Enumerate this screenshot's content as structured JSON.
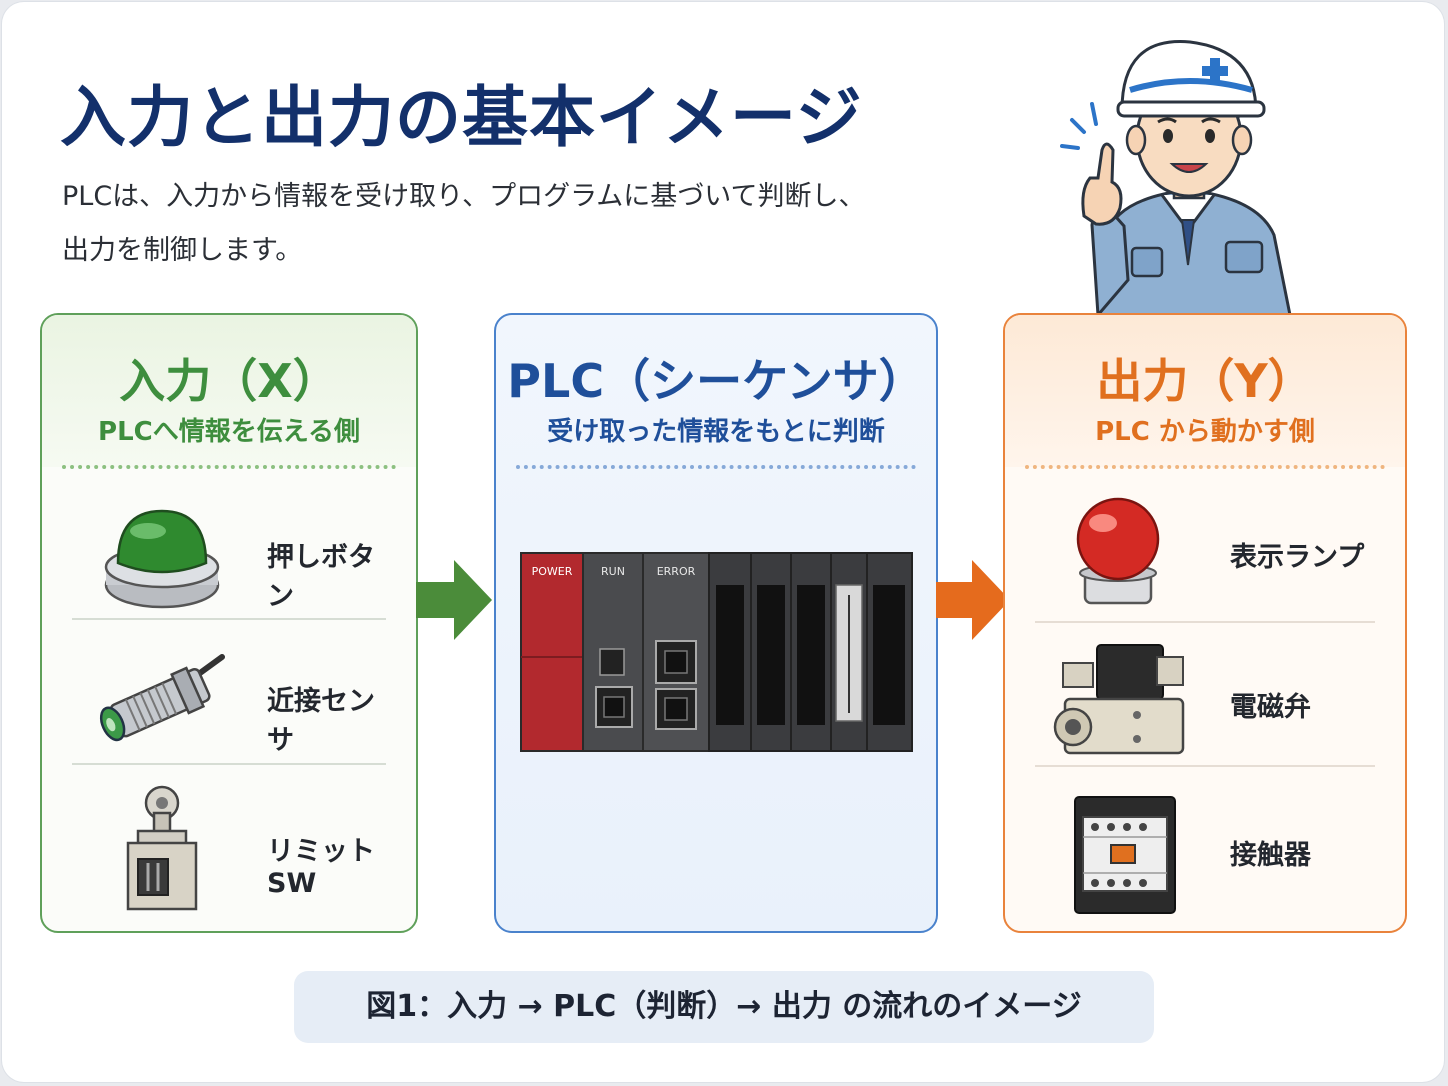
{
  "title": "入力と出力の基本イメージ",
  "description": {
    "line1": "PLCは、入力から情報を受け取り、プログラムに基づいて判断し、",
    "line2": "出力を制御します。"
  },
  "input_panel": {
    "title": "入力（X）",
    "subtitle": "PLCへ情報を伝える側",
    "accent": "#3e8e3e",
    "items": [
      {
        "label": "押しボタン",
        "icon": "push-button-icon"
      },
      {
        "label": "近接センサ",
        "icon": "proximity-sensor-icon"
      },
      {
        "label": "リミットSW",
        "icon": "limit-switch-icon"
      }
    ]
  },
  "plc_panel": {
    "title": "PLC（シーケンサ）",
    "subtitle": "受け取った情報をもとに判断",
    "accent": "#1f4f9a",
    "module_labels": {
      "power": "POWER",
      "run": "RUN",
      "error": "ERROR"
    }
  },
  "output_panel": {
    "title": "出力（Y）",
    "subtitle": "PLC から動かす側",
    "accent": "#e0701f",
    "items": [
      {
        "label": "表示ランプ",
        "icon": "indicator-lamp-icon"
      },
      {
        "label": "電磁弁",
        "icon": "solenoid-valve-icon"
      },
      {
        "label": "接触器",
        "icon": "contactor-icon"
      }
    ]
  },
  "caption": "図1：入力 → PLC（判断）→ 出力 の流れのイメージ"
}
